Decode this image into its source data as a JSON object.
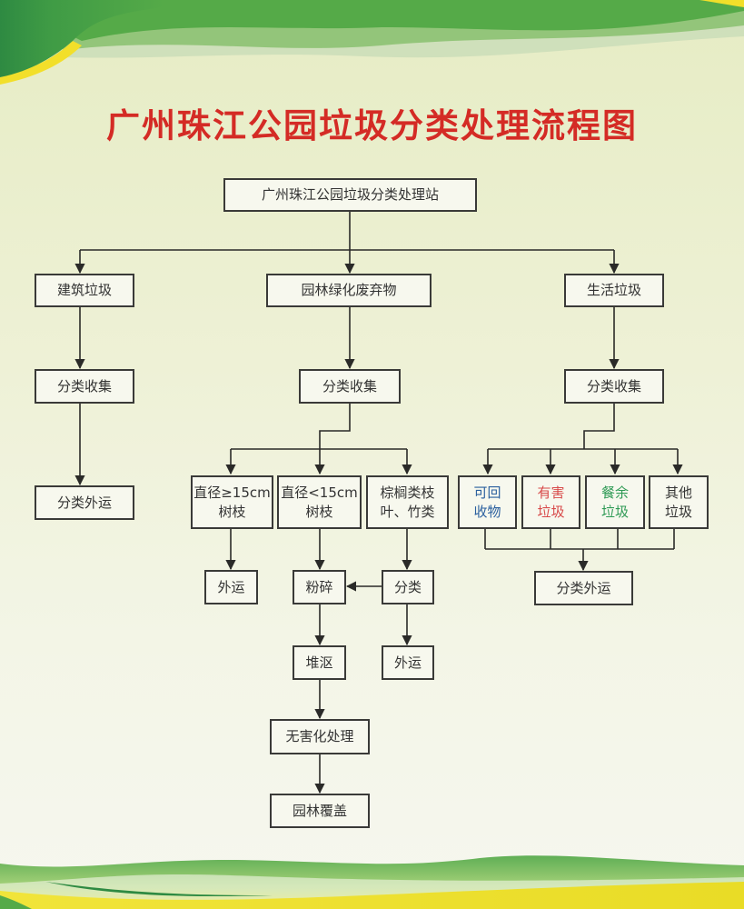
{
  "title": "广州珠江公园垃圾分类处理流程图",
  "colors": {
    "title": "#d42b25",
    "recyclable": "#2a5f9e",
    "hazardous": "#d84a4a",
    "kitchen": "#2f9a55",
    "other": "#333333",
    "box_border": "#3a3a38",
    "brand_green": "#3f9b45",
    "accent_yellow": "#f2df2a"
  },
  "nodes": {
    "root": "广州珠江公园垃圾分类处理站",
    "construction": {
      "label": "建筑垃圾",
      "collect": "分类收集",
      "transport": "分类外运"
    },
    "greening": {
      "label": "园林绿化废弃物",
      "collect": "分类收集",
      "branches_large": [
        "直径≥15cm",
        "树枝"
      ],
      "branches_small": [
        "直径<15cm",
        "树枝"
      ],
      "palm_bamboo": [
        "棕榈类枝",
        "叶、竹类"
      ],
      "large_transport": "外运",
      "crush": "粉碎",
      "sort": "分类",
      "sort_transport": "外运",
      "compost": "堆沤",
      "harmless": "无害化处理",
      "cover": "园林覆盖"
    },
    "domestic": {
      "label": "生活垃圾",
      "collect": "分类收集",
      "recyclable": [
        "可回",
        "收物"
      ],
      "hazardous": [
        "有害",
        "垃圾"
      ],
      "kitchen": [
        "餐余",
        "垃圾"
      ],
      "other": [
        "其他",
        "垃圾"
      ],
      "transport": "分类外运"
    }
  }
}
